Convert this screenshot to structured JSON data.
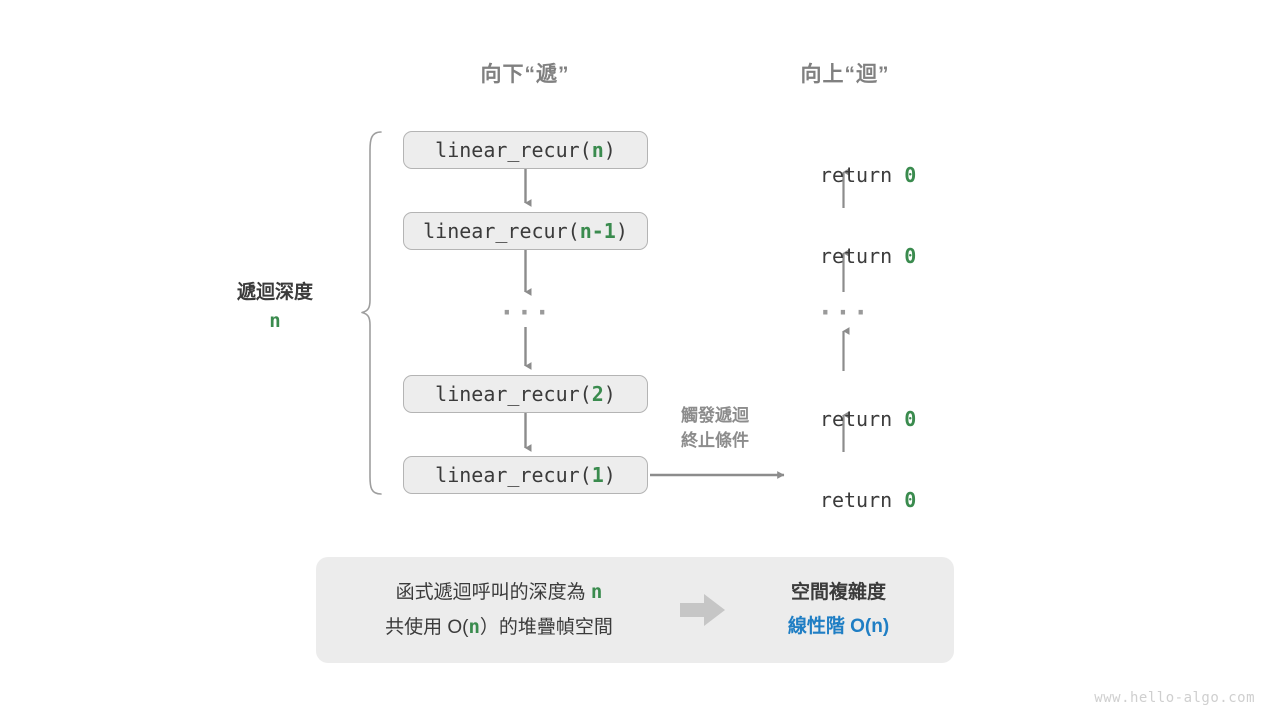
{
  "headings": {
    "down": "向下“遞”",
    "up": "向上“迴”"
  },
  "depth": {
    "label": "遞迴深度",
    "value": "n"
  },
  "calls": [
    {
      "prefix": "linear_recur(",
      "arg": "n",
      "suffix": ")"
    },
    {
      "prefix": "linear_recur(",
      "arg": "n-1",
      "suffix": ")"
    },
    {
      "prefix": "linear_recur(",
      "arg": "2",
      "suffix": ")"
    },
    {
      "prefix": "linear_recur(",
      "arg": "1",
      "suffix": ")"
    }
  ],
  "returns": [
    {
      "keyword": "return ",
      "value": "0"
    },
    {
      "keyword": "return ",
      "value": "0"
    },
    {
      "keyword": "return ",
      "value": "0"
    },
    {
      "keyword": "return ",
      "value": "0"
    }
  ],
  "ellipsis": "···",
  "trigger_note": "觸發遞迴\n終止條件",
  "summary": {
    "left_line1_pre": "函式遞迴呼叫的深度為 ",
    "left_line1_n": "n",
    "left_line2_pre": "共使用 O(",
    "left_line2_n": "n",
    "left_line2_post": "）的堆疊幀空間",
    "arrow_icon": "right-arrow-icon",
    "right_title": "空間複雜度",
    "right_value": "線性階 O(n)"
  },
  "watermark": "www.hello-algo.com",
  "colors": {
    "accent_green": "#3a8b4e",
    "accent_blue": "#1f7ec4",
    "box_fill": "#ededed",
    "box_border": "#b4b4b4",
    "arrow_gray": "#8c8c8c",
    "panel_fill": "#ececec",
    "heading_gray": "#808080",
    "text_dark": "#3b3b3b"
  }
}
